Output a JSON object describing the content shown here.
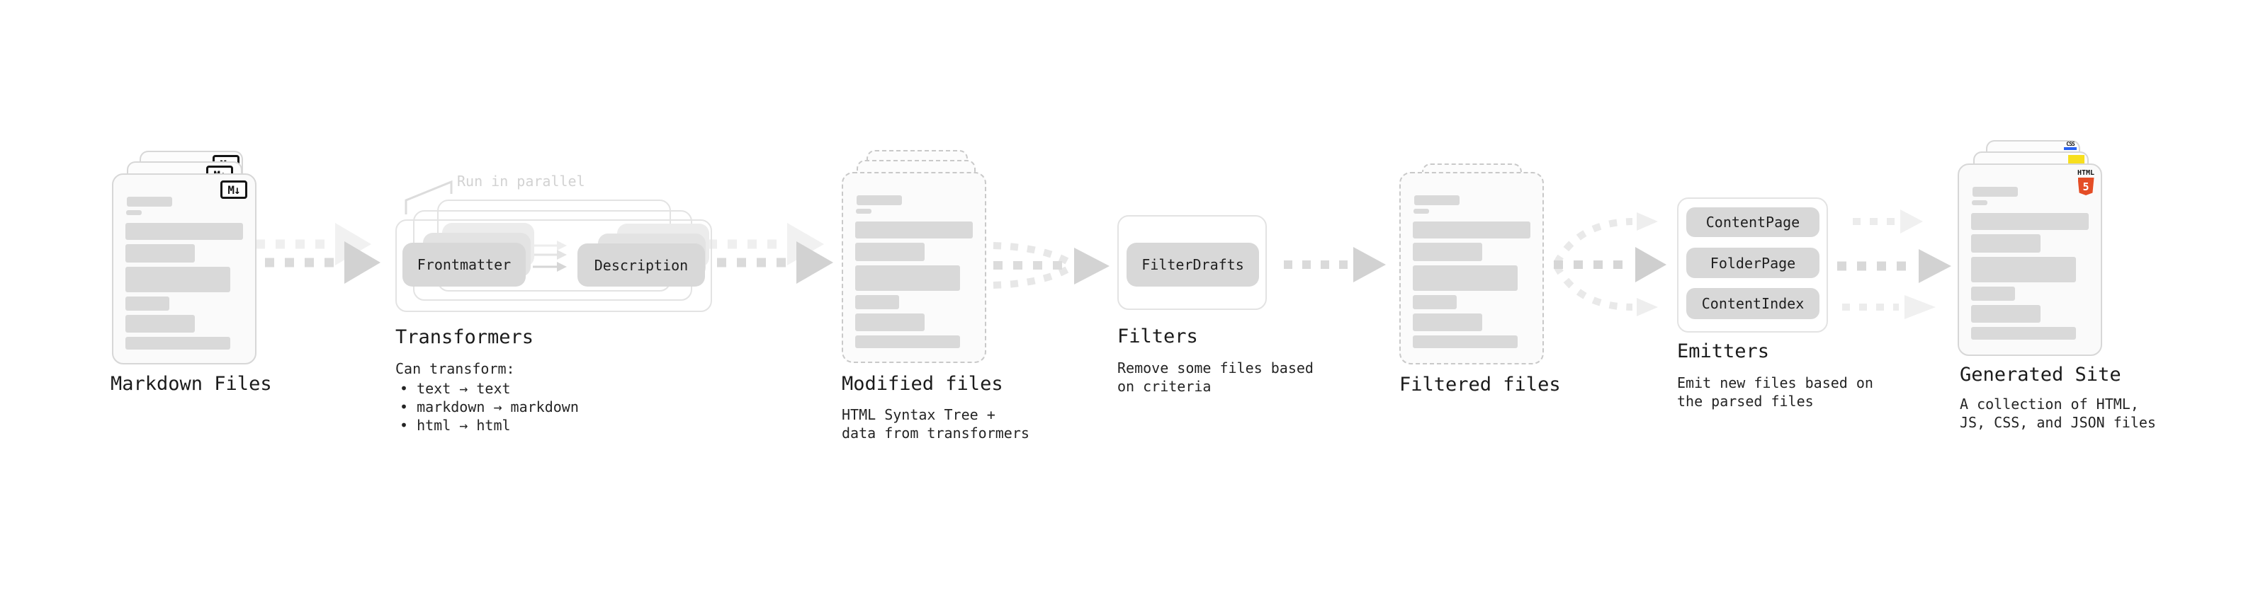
{
  "stages": {
    "markdown": {
      "label": "Markdown Files"
    },
    "transformers": {
      "label": "Transformers",
      "note": "Run in parallel",
      "pill_left": "Frontmatter",
      "pill_right": "Description",
      "desc_title": "Can transform:",
      "bullets": [
        "• text → text",
        "• markdown → markdown",
        "• html → html"
      ]
    },
    "modified": {
      "label": "Modified files",
      "desc": [
        "HTML Syntax Tree +",
        "data from transformers"
      ]
    },
    "filters": {
      "label": "Filters",
      "pill": "FilterDrafts",
      "desc": [
        "Remove some files based",
        "on criteria"
      ]
    },
    "filtered": {
      "label": "Filtered files"
    },
    "emitters": {
      "label": "Emitters",
      "pills": [
        "ContentPage",
        "FolderPage",
        "ContentIndex"
      ],
      "desc": [
        "Emit new files based on",
        "the parsed files"
      ]
    },
    "generated": {
      "label": "Generated Site",
      "desc": [
        "A collection of HTML,",
        "JS, CSS, and JSON files"
      ]
    }
  },
  "icons": {
    "markdown_badge": "M↓",
    "html5_wordmark": "HTML",
    "html5_number": "5",
    "css_wordmark": "CSS"
  },
  "colors": {
    "html5_orange": "#E44D26",
    "js_yellow": "#F7DF1E",
    "css_blue": "#2962F1",
    "skeleton_gray": "#d9d9d9",
    "arrow_gray": "#d6d6d6"
  }
}
